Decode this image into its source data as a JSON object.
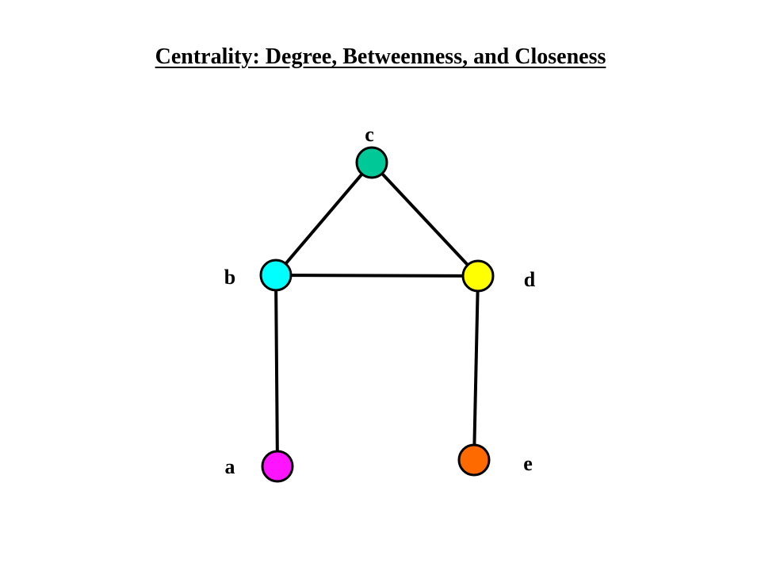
{
  "slide": {
    "title": "Centrality: Degree, Betweenness, and Closeness"
  },
  "graph": {
    "nodes": [
      {
        "id": "a",
        "label": "a",
        "color": "#ff14ff"
      },
      {
        "id": "b",
        "label": "b",
        "color": "#00ffff"
      },
      {
        "id": "c",
        "label": "c",
        "color": "#00c896"
      },
      {
        "id": "d",
        "label": "d",
        "color": "#ffff00"
      },
      {
        "id": "e",
        "label": "e",
        "color": "#ff6a00"
      }
    ],
    "edges": [
      {
        "from": "c",
        "to": "b"
      },
      {
        "from": "c",
        "to": "d"
      },
      {
        "from": "b",
        "to": "d"
      },
      {
        "from": "b",
        "to": "a"
      },
      {
        "from": "d",
        "to": "e"
      }
    ]
  }
}
